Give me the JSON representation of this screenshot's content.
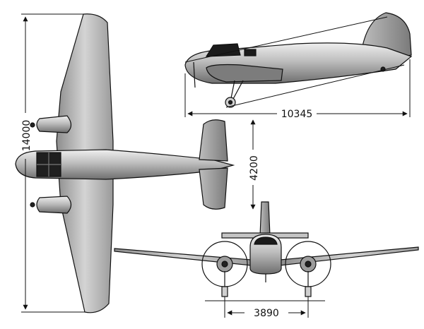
{
  "dimensions": {
    "wingspan": "14000",
    "length": "10345",
    "height": "4200",
    "track": "3890"
  },
  "colors": {
    "line": "#111111",
    "skin_light": "#d9d9d9",
    "skin_mid": "#a8a8a8",
    "skin_dark": "#6f6f6f",
    "glass": "#1a1a1a"
  }
}
